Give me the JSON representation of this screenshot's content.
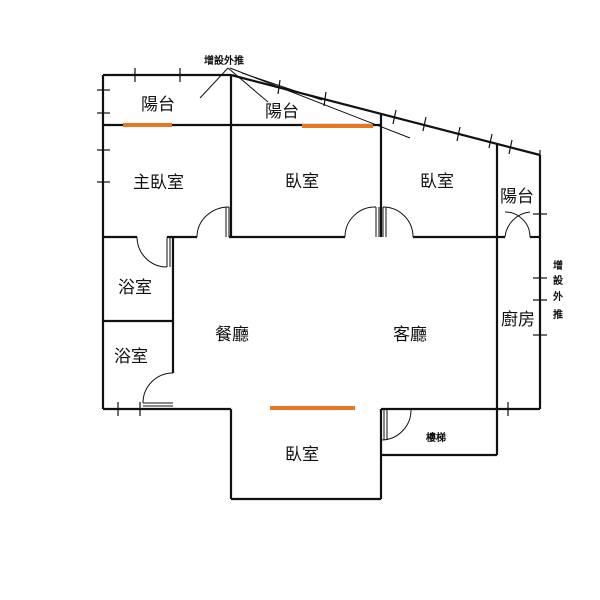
{
  "rooms": {
    "balcony_1": "陽台",
    "balcony_2": "陽台",
    "master_bedroom": "主臥室",
    "bedroom_1": "臥室",
    "bedroom_2": "臥室",
    "balcony_3": "陽台",
    "bathroom_1": "浴室",
    "bathroom_2": "浴室",
    "dining_room": "餐廳",
    "living_room": "客廳",
    "kitchen": "廚房",
    "bedroom_3": "臥室",
    "stairs": "樓梯"
  },
  "annotations": {
    "top_wall_note": "增設外推",
    "right_wall_note_chars": [
      "增",
      "設",
      "外",
      "推"
    ]
  },
  "colors": {
    "wall": "#111111",
    "window_accent": "#e87722"
  }
}
